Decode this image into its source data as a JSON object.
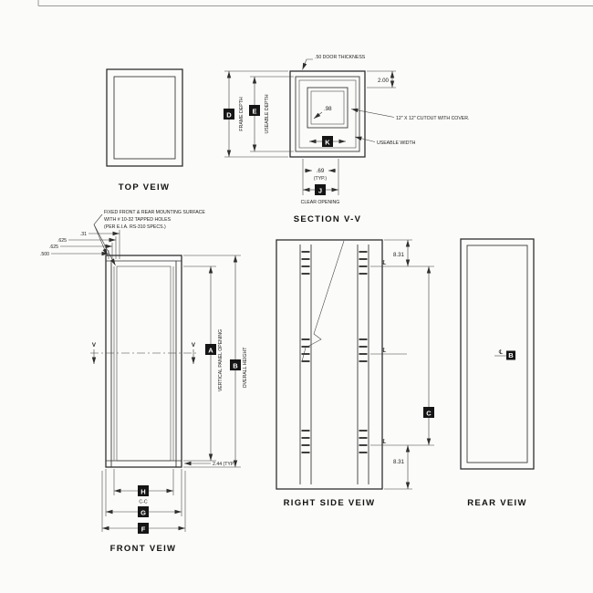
{
  "colors": {
    "paper": "#fbfbf9",
    "ink": "#2f2f2f",
    "dim_box": "#151515"
  },
  "top_view": {
    "title": "TOP VEIW"
  },
  "section_view": {
    "title": "SECTION V-V",
    "door_thickness_note": ".50 DOOR THICKNESS",
    "dim_2_00": "2.00",
    "dim_98": ".98",
    "cutout_note": "12\" X 12\" CUTOUT WITH COVER.",
    "useable_width_note": "USEABLE WIDTH",
    "dim_69": ".69",
    "dim_69_typ": "(TYP.)",
    "letter_d": "D",
    "frame_depth_label": "FRAME DEPTH",
    "letter_e": "E",
    "useable_depth_label": "USEABLE DEPTH",
    "letter_k": "K",
    "letter_j": "J",
    "clear_opening_label": "CLEAR OPENING"
  },
  "front_view": {
    "title": "FRONT VEIW",
    "mounting_note_line1": "FIXED FRONT & REAR MOUNTING SURFACE",
    "mounting_note_line2": "WITH # 10-32 TAPPED HOLES",
    "mounting_note_line3": "(PER E.I.A. RS-310 SPECS.)",
    "dim_31": ".31",
    "dim_625_a": ".625",
    "dim_625_b": ".625",
    "dim_500": ".500",
    "section_arrow_left": "V",
    "section_arrow_right": "V",
    "letter_a": "A",
    "vertical_panel_opening_label": "VERTICAL PANEL OPENING",
    "letter_b": "B",
    "overall_height_label": "OVERALL HEIGHT",
    "dim_244_typ": "2.44 (TYP.)",
    "letter_h": "H",
    "cc_label": "C-C",
    "letter_g": "G",
    "letter_f": "F"
  },
  "right_side_view": {
    "title": "RIGHT SIDE VEIW",
    "dim_831_top": "8.31",
    "dim_831_bottom": "8.31",
    "letter_c": "C",
    "centerline_top": "℄",
    "centerline_mid": "℄",
    "centerline_bottom": "℄"
  },
  "rear_view": {
    "title": "REAR VEIW",
    "centerline": "℄",
    "letter_b": "B"
  }
}
